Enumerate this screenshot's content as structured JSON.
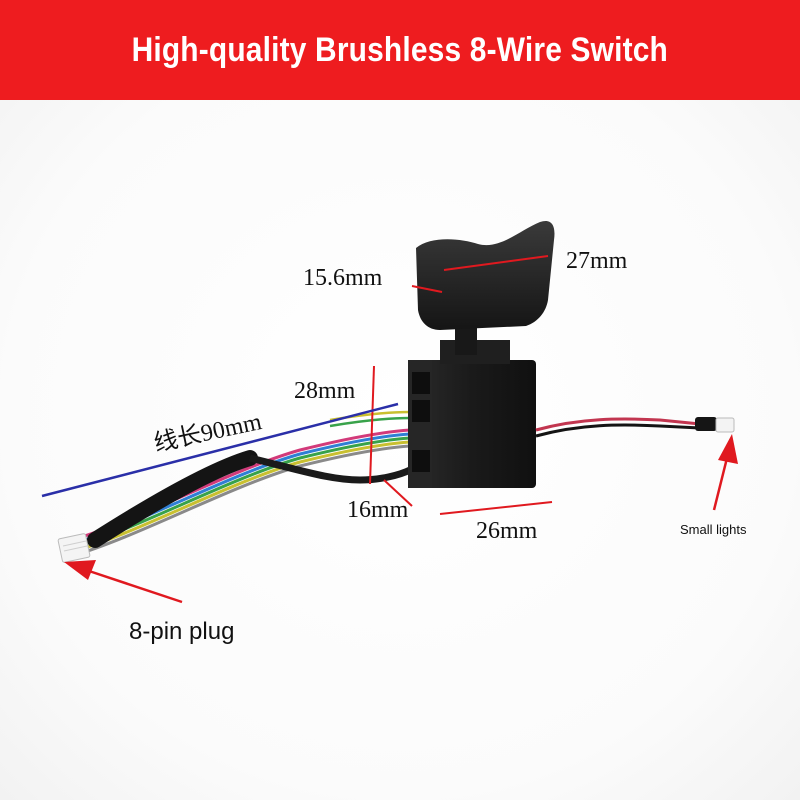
{
  "banner": {
    "title": "High-quality Brushless 8-Wire Switch",
    "background": "#ee1c1f"
  },
  "dimensions": {
    "trigger_width": "27mm",
    "trigger_depth": "15.6mm",
    "body_height": "28mm",
    "body_depth": "16mm",
    "body_width": "26mm",
    "wire_length": "线长90mm"
  },
  "callouts": {
    "plug": "8-pin plug",
    "lights": "Small lights"
  },
  "colors": {
    "annotation_red": "#e0191f",
    "annotation_blue": "#2a2fa8",
    "switch_body": "#1b1b1b"
  }
}
